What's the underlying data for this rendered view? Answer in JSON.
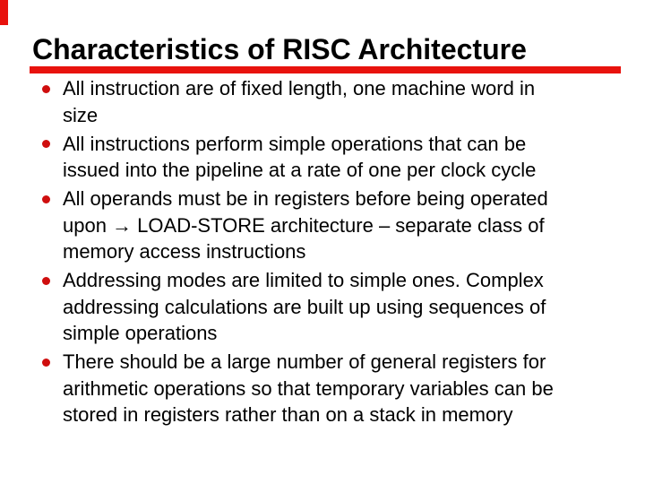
{
  "slide": {
    "title": "Characteristics of RISC Architecture",
    "accent_color": "#e8120d",
    "bullet_dot_color": "#cf0e0e",
    "text_color": "#000000",
    "background_color": "#ffffff",
    "bullets": [
      "All instruction are of fixed length, one machine word in size",
      "All instructions perform simple operations that can be issued into the pipeline at a rate of one per clock cycle",
      "All operands must be in registers before being operated upon → LOAD-STORE architecture – separate class of memory access instructions",
      "Addressing modes are limited to simple ones. Complex addressing calculations are built up using sequences of simple operations",
      "There should be a large number of general registers for arithmetic operations so that temporary variables can be stored in registers rather than on a stack in memory"
    ]
  }
}
